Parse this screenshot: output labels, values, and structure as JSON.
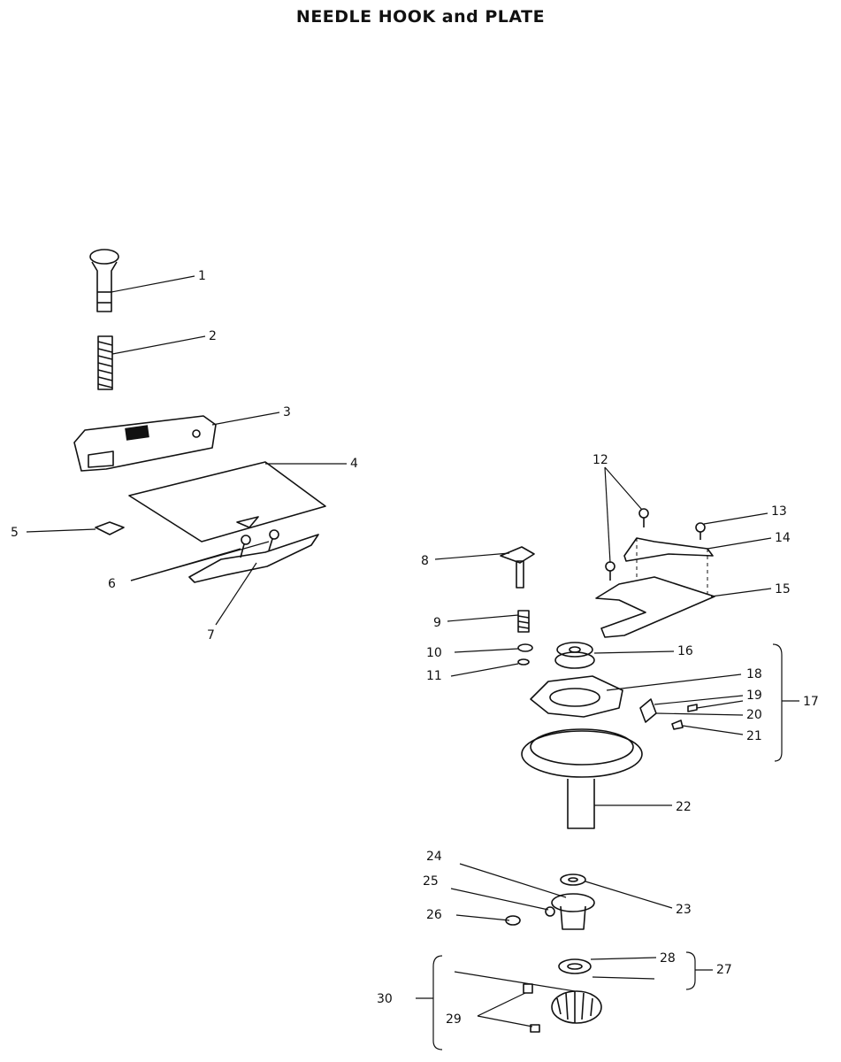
{
  "title": "NEEDLE HOOK and PLATE",
  "callouts": [
    "1",
    "2",
    "3",
    "4",
    "5",
    "6",
    "7",
    "8",
    "9",
    "10",
    "11",
    "12",
    "13",
    "14",
    "15",
    "16",
    "17",
    "18",
    "19",
    "20",
    "21",
    "22",
    "23",
    "24",
    "25",
    "26",
    "27",
    "28",
    "29",
    "30"
  ]
}
